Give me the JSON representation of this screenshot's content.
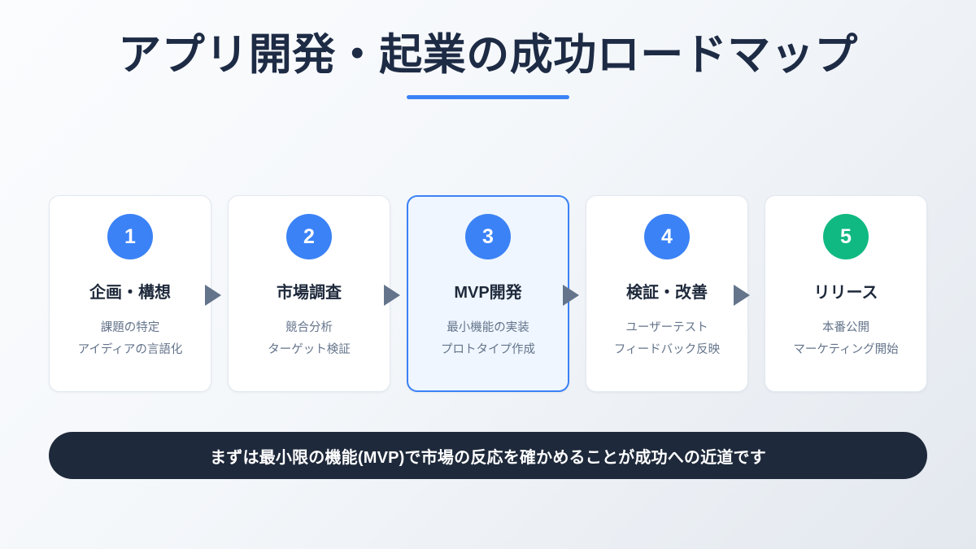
{
  "header": {
    "title": "アプリ開発・起業の成功ロードマップ",
    "accent_color": "#3b82f6",
    "title_color": "#1e2b45"
  },
  "steps": [
    {
      "number": "1",
      "title": "企画・構想",
      "details": [
        "課題の特定",
        "アイディアの言語化"
      ],
      "badge_color": "#3b82f6",
      "highlighted": false
    },
    {
      "number": "2",
      "title": "市場調査",
      "details": [
        "競合分析",
        "ターゲット検証"
      ],
      "badge_color": "#3b82f6",
      "highlighted": false
    },
    {
      "number": "3",
      "title": "MVP開発",
      "details": [
        "最小機能の実装",
        "プロトタイプ作成"
      ],
      "badge_color": "#3b82f6",
      "highlighted": true
    },
    {
      "number": "4",
      "title": "検証・改善",
      "details": [
        "ユーザーテスト",
        "フィードバック反映"
      ],
      "badge_color": "#3b82f6",
      "highlighted": false
    },
    {
      "number": "5",
      "title": "リリース",
      "details": [
        "本番公開",
        "マーケティング開始"
      ],
      "badge_color": "#10b981",
      "highlighted": false
    }
  ],
  "connectors": {
    "icon": "triangle-right-icon",
    "color": "#64748b",
    "count": 4
  },
  "footer": {
    "message": "まずは最小限の機能(MVP)で市場の反応を確かめることが成功への近道です",
    "background_color": "#1e293b",
    "text_color": "#ffffff"
  },
  "background": {
    "gradient_from": "#fbfcfe",
    "gradient_to": "#e3e8ef"
  }
}
